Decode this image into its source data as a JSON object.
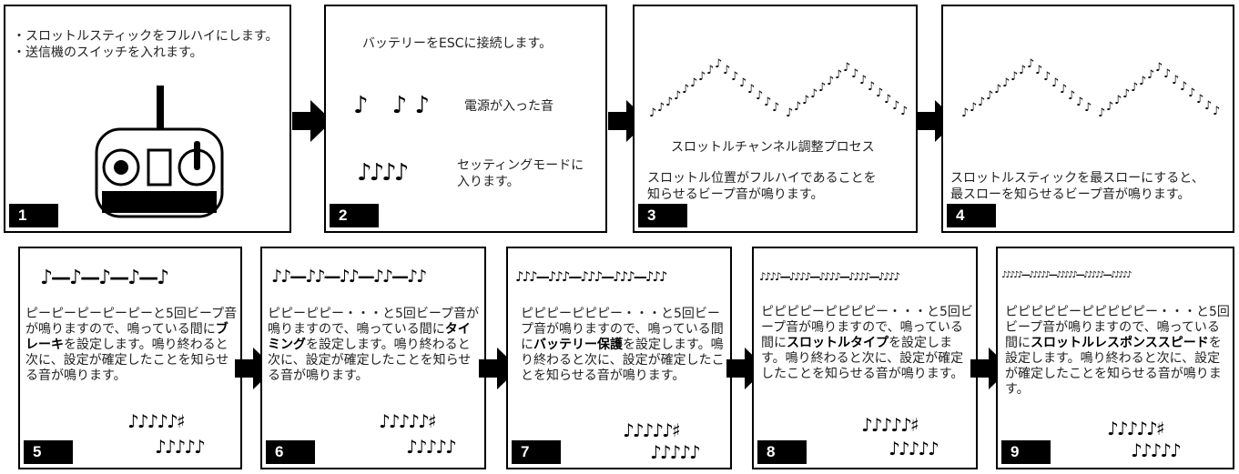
{
  "panels_top": [
    {
      "number": "1",
      "lines": [
        "・スロットルスティックをフルハイにします。",
        "・送信機のスイッチを入れます。"
      ]
    },
    {
      "number": "2",
      "title": "バッテリーをESCに接続します。",
      "power_notes": "♪　♪ ♪",
      "power_label": "電源が入った音",
      "setting_notes": "♪♪♪♪",
      "setting_label": "セッティングモードに\n入ります。"
    },
    {
      "number": "3",
      "caption": "スロットルチャンネル調整プロセス",
      "text": "スロットル位置がフルハイであることを\n知らせるビープ音が鳴ります。"
    },
    {
      "number": "4",
      "text": "スロットルスティックを最スローにすると、\n最スローを知らせるビープ音が鳴ります。"
    }
  ],
  "panels_bottom": [
    {
      "number": "5",
      "melody": "♪—♪—♪—♪—♪",
      "text_before": "ピーピーピーピーピーと5回ビープ音が鳴りますので、鳴っている間に",
      "keyword": "ブレーキ",
      "text_after": "を設定します。鳴り終わると次に、設定が確定したことを知らせる音が鳴ります。",
      "confirm_1": "♪♪♪♪♪♯",
      "confirm_2": "♪♪♪♪♪"
    },
    {
      "number": "6",
      "melody": "♪♪—♪♪—♪♪—♪♪—♪♪",
      "text_before": "ピピーピピー・・・と5回ビープ音が鳴りますので、鳴っている間に",
      "keyword": "タイミング",
      "text_after": "を設定します。鳴り終わると次に、設定が確定したことを知らせる音が鳴ります。",
      "confirm_1": "♪♪♪♪♪♯",
      "confirm_2": "♪♪♪♪♪"
    },
    {
      "number": "7",
      "melody": "♪♪♪—♪♪♪—♪♪♪—♪♪♪—♪♪♪",
      "text_before": "ピピピーピピピー・・・と5回ビープ音が鳴りますので、鳴っている間に",
      "keyword": "バッテリー保護",
      "text_after": "を設定します。鳴り終わると次に、設定が確定したことを知らせる音が鳴ります。",
      "confirm_1": "♪♪♪♪♪♯",
      "confirm_2": "♪♪♪♪♪"
    },
    {
      "number": "8",
      "melody": "♪♪♪♪—♪♪♪♪—♪♪♪♪—♪♪♪♪—♪♪♪♪",
      "text_before": "ピピピピーピピピピー・・・と5回ビープ音が鳴りますので、鳴っている間に",
      "keyword": "スロットルタイプ",
      "text_after": "を設定します。鳴り終わると次に、設定が確定したことを知らせる音が鳴ります。",
      "confirm_1": "♪♪♪♪♪♯",
      "confirm_2": "♪♪♪♪♪"
    },
    {
      "number": "9",
      "melody": "♪♪♪♪♪—♪♪♪♪♪—♪♪♪♪♪—♪♪♪♪♪—♪♪♪♪♪",
      "text_before": "ピピピピピーピピピピピー・・・と5回ビープ音が鳴りますので、鳴っている間に",
      "keyword": "スロットルレスポンススピード",
      "text_after": "を設定します。鳴り終わると次に、設定が確定したことを知らせる音が鳴ります。",
      "confirm_1": "♪♪♪♪♪♯",
      "confirm_2": "♪♪♪♪♪"
    }
  ],
  "icons": {
    "arrow": "right-arrow-icon",
    "transmitter": "rc-transmitter-icon",
    "beep_wave": "beep-wave-icon"
  }
}
